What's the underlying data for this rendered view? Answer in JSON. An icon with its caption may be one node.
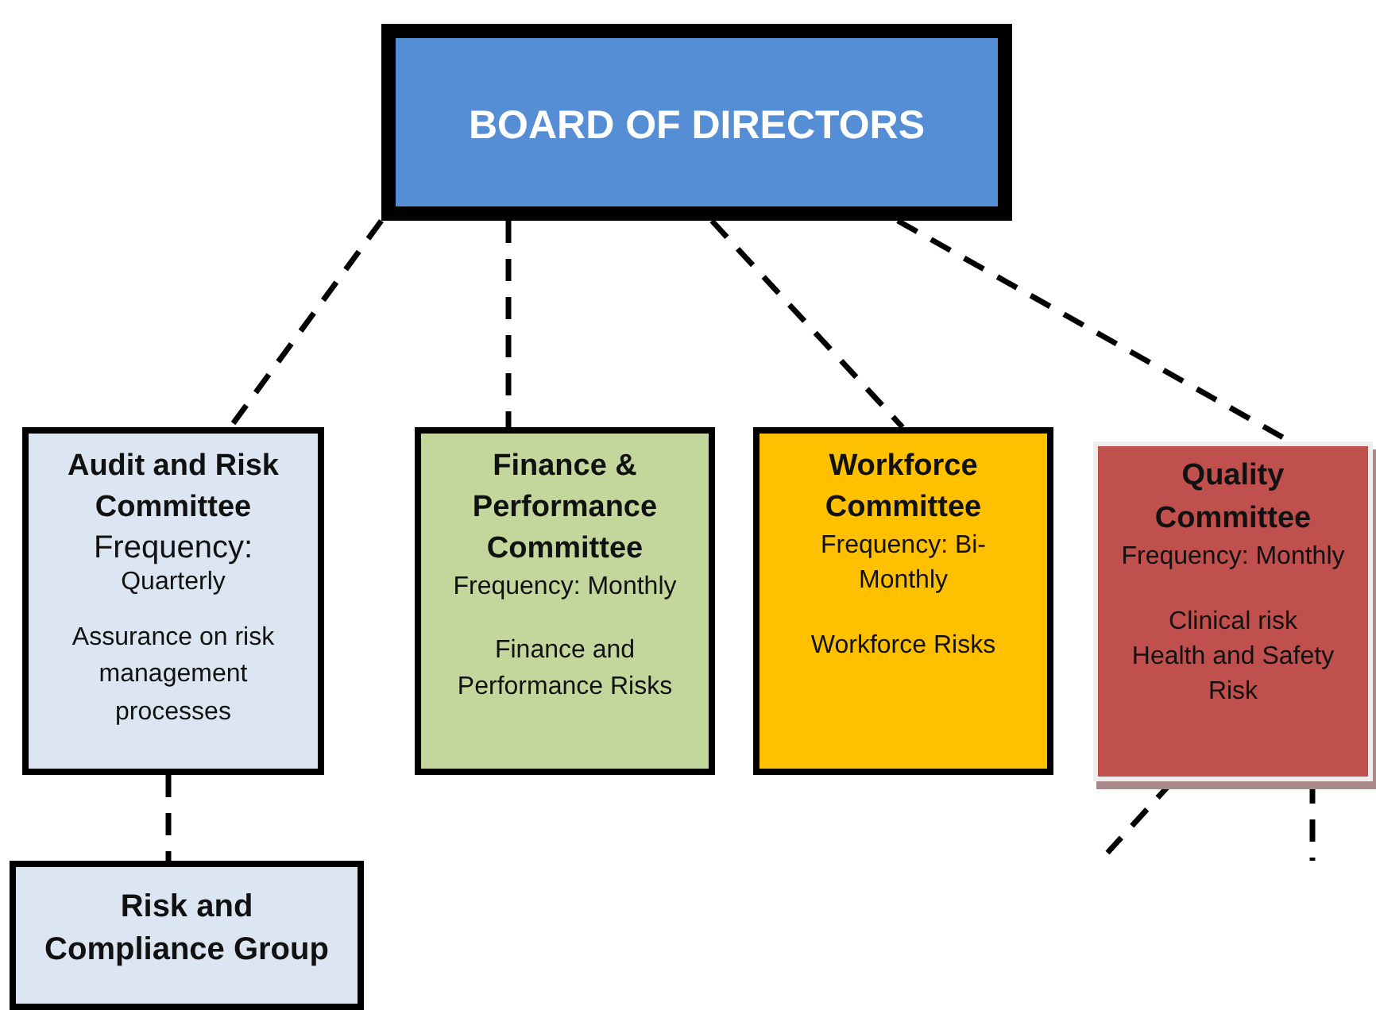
{
  "diagram": {
    "nodes": [
      {
        "text": [
          "BOARD OF DIRECTORS"
        ]
      },
      {
        "text": [
          "Audit and Risk Committee",
          "Frequency:",
          "Quarterly",
          "Assurance on risk management processes"
        ]
      },
      {
        "text": [
          "Finance & Performance Committee",
          "Frequency: Monthly",
          "Finance and Performance Risks"
        ]
      },
      {
        "text": [
          "Workforce Committee",
          "Frequency: Bi-Monthly",
          "Workforce Risks"
        ]
      },
      {
        "text": [
          "Quality Committee",
          "Frequency: Monthly",
          "Clinical risk",
          "Health and Safety Risk"
        ]
      },
      {
        "text": [
          "Risk and Compliance Group"
        ]
      }
    ],
    "edges": [
      {
        "from": 0,
        "to": 1,
        "arrow": "none",
        "style": "dashed"
      },
      {
        "from": 0,
        "to": 2,
        "arrow": "none",
        "style": "dashed"
      },
      {
        "from": 0,
        "to": 3,
        "arrow": "none",
        "style": "dashed"
      },
      {
        "from": 0,
        "to": 4,
        "arrow": "none",
        "style": "dashed"
      },
      {
        "from": 1,
        "to": 5,
        "arrow": "none",
        "style": "dashed"
      },
      {
        "from": 4,
        "to": null,
        "arrow": "none",
        "style": "dashed"
      },
      {
        "from": 4,
        "to": null,
        "arrow": "none",
        "style": "dashed"
      }
    ]
  }
}
